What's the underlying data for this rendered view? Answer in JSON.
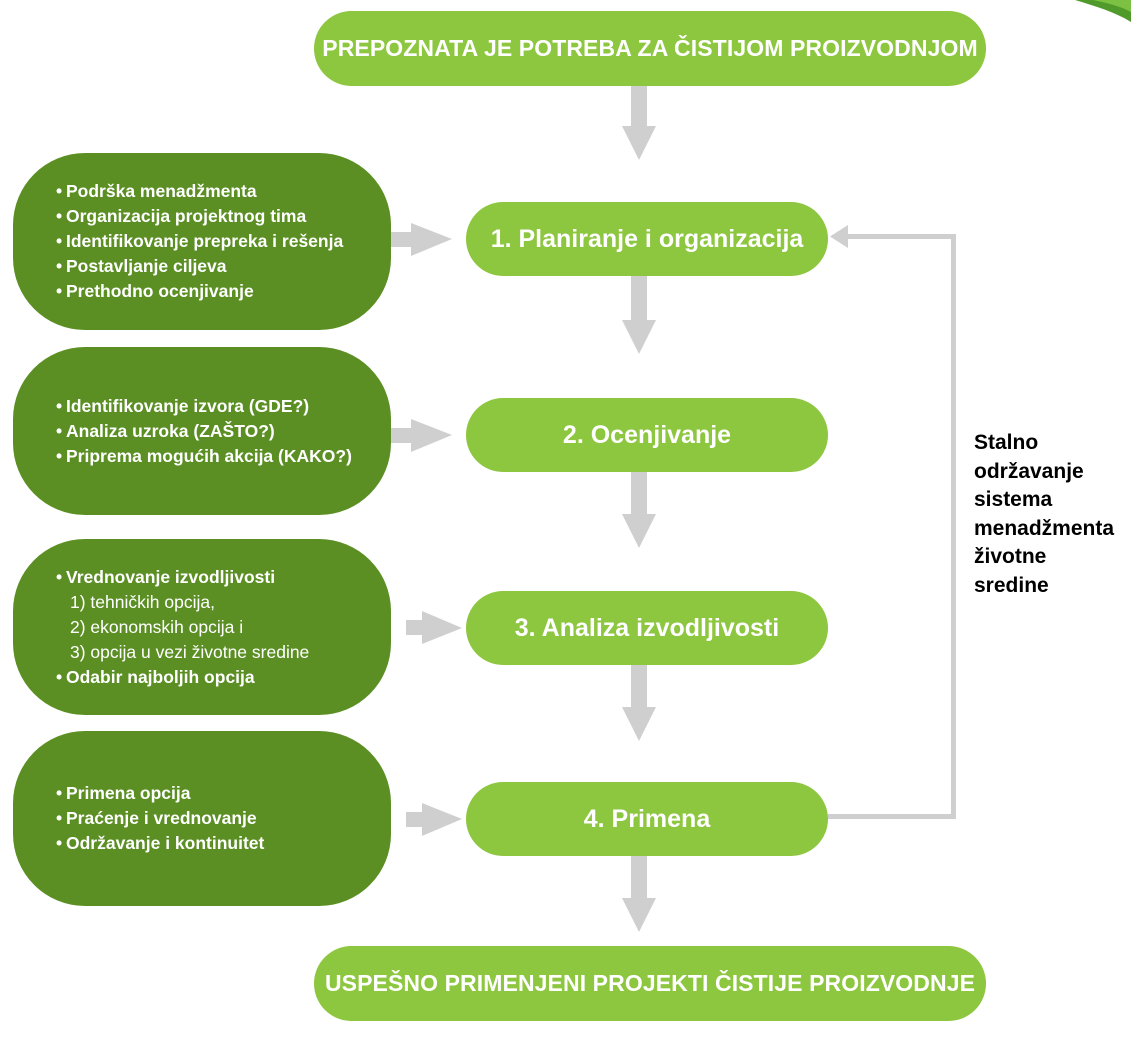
{
  "top_box": {
    "label": "PREPOZNATA JE POTREBA ZA ČISTIJOM PROIZVODNJOM"
  },
  "steps": [
    {
      "label": "1. Planiranje i organizacija"
    },
    {
      "label": "2. Ocenjivanje"
    },
    {
      "label": "3. Analiza izvodljivosti"
    },
    {
      "label": "4. Primena"
    }
  ],
  "side_boxes": [
    {
      "items": [
        "Podrška menadžmenta",
        "Organizacija projektnog tima",
        "Identifikovanje prepreka i rešenja",
        "Postavljanje ciljeva",
        "Prethodno ocenjivanje"
      ]
    },
    {
      "items": [
        "Identifikovanje izvora (GDE?)",
        "Analiza uzroka (ZAŠTO?)",
        "Priprema mogućih akcija (KAKO?)"
      ]
    },
    {
      "items": [
        "Vrednovanje izvodljivosti",
        "Odabir najboljih opcija"
      ],
      "sub_items": [
        "1) tehničkih opcija,",
        "2) ekonomskih opcija i",
        "3) opcija u vezi životne sredine"
      ]
    },
    {
      "items": [
        "Primena opcija",
        "Praćenje i vrednovanje",
        "Održavanje i kontinuitet"
      ]
    }
  ],
  "bottom_box": {
    "label": "USPEŠNO PRIMENJENI PROJEKTI ČISTIJE PROIZVODNJE"
  },
  "loop_label": {
    "lines": [
      "Stalno",
      "održavanje",
      "sistema",
      "menadžmenta",
      "životne",
      "sredine"
    ]
  },
  "colors": {
    "light_green": "#8dc63f",
    "dark_green": "#5b8f23",
    "connector_gray": "#cfcfcf",
    "text_dark": "#000000"
  }
}
